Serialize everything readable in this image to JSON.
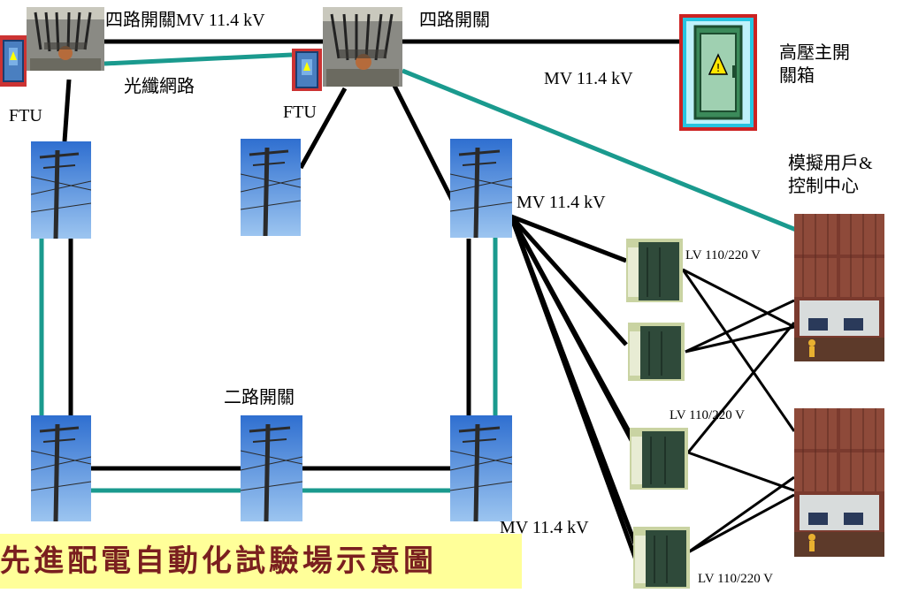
{
  "labels": {
    "top_left_switch": "四路開關MV 11.4 kV",
    "top_mid_switch": "四路開關",
    "fiber_network": "光纖網路",
    "ftu_left": "FTU",
    "ftu_mid": "FTU",
    "mv_top_right": "MV 11.4 kV",
    "hv_main_switch_box": "高壓主開\n關箱",
    "sim_user_control": "模擬用戶&\n控制中心",
    "mv_branch": "MV 11.4 kV",
    "lv_1": "LV 110/220 V",
    "lv_2": "LV 110/220 V",
    "lv_3": "LV 110/220 V",
    "mv_bottom": "MV 11.4 kV",
    "two_way_switch": "二路開關"
  },
  "title": "先進配電自動化試驗場示意圖",
  "colors": {
    "power_line": "#000000",
    "fiber_line": "#1a9a8e",
    "title_bg": "#ffff99",
    "title_text": "#7a1f1f"
  }
}
